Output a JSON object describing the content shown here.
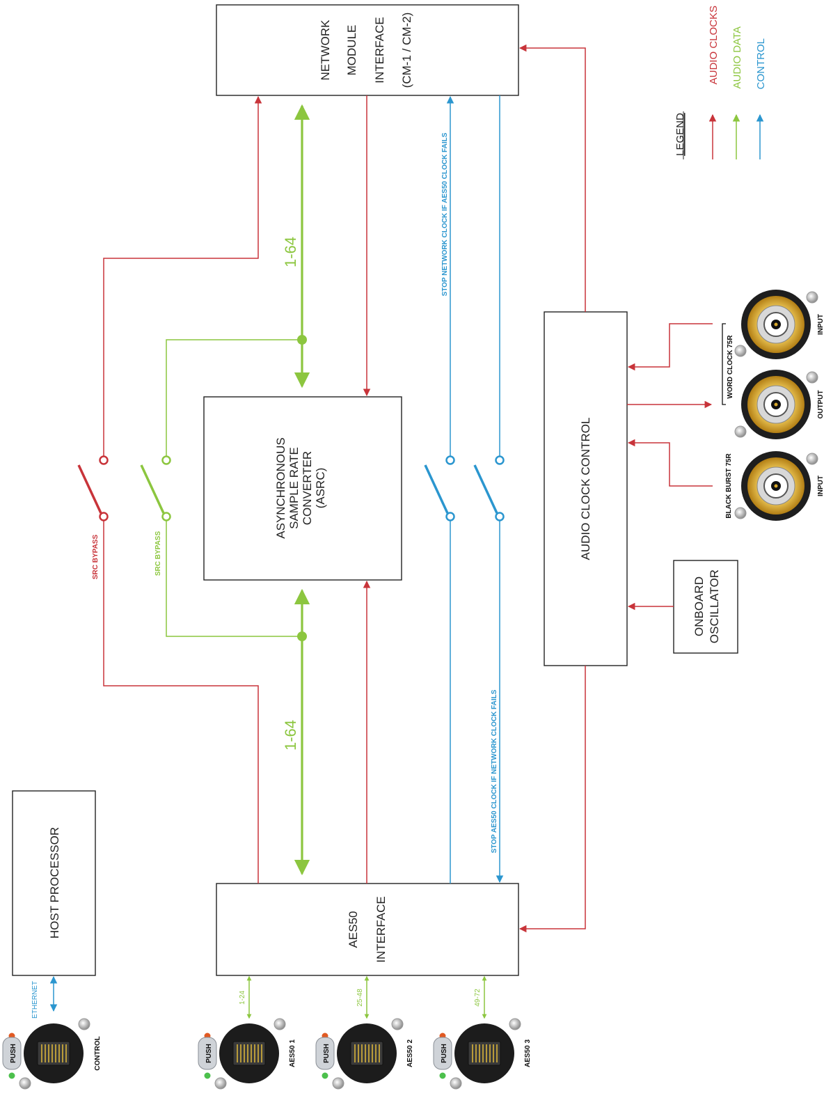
{
  "colors": {
    "audio_clocks": "#c8343a",
    "audio_data": "#8cc63f",
    "control": "#2b96cf"
  },
  "boxes": {
    "network_module": [
      "NETWORK",
      "MODULE",
      "INTERFACE",
      "(CM-1 / CM-2)"
    ],
    "asrc": [
      "ASYNCHRONOUS",
      "SAMPLE RATE",
      "CONVERTER",
      "(ASRC)"
    ],
    "aes50_interface": [
      "AES50",
      "INTERFACE"
    ],
    "host_processor": "HOST PROCESSOR",
    "audio_clock_control": "AUDIO CLOCK CONTROL",
    "onboard_oscillator": [
      "ONBOARD",
      "OSCILLATOR"
    ]
  },
  "legend": {
    "title": "LEGEND",
    "items": [
      "AUDIO CLOCKS",
      "AUDIO DATA",
      "CONTROL"
    ]
  },
  "labels": {
    "channels_top": "1-64",
    "channels_bottom": "1-64",
    "src_bypass_red": "SRC BYPASS",
    "src_bypass_green": "SRC BYPASS",
    "stop_network_clock": "STOP NETWORK CLOCK IF AES50 CLOCK FAILS",
    "stop_aes50_clock": "STOP AES50 CLOCK IF NETWORK CLOCK FAILS",
    "ethernet": "ETHERNET",
    "aes50_1_channels": "1-24",
    "aes50_2_channels": "25-48",
    "aes50_3_channels": "49-72"
  },
  "connectors": {
    "rj45": [
      {
        "name": "CONTROL",
        "push": "PUSH"
      },
      {
        "name": "AES50 1",
        "push": "PUSH"
      },
      {
        "name": "AES50 2",
        "push": "PUSH"
      },
      {
        "name": "AES50 3",
        "push": "PUSH"
      }
    ],
    "bnc": [
      {
        "label": "INPUT"
      },
      {
        "label": "OUTPUT"
      },
      {
        "label": "INPUT"
      }
    ],
    "word_clock": "WORD CLOCK 75R",
    "black_burst": "BLACK BURST 75R"
  }
}
